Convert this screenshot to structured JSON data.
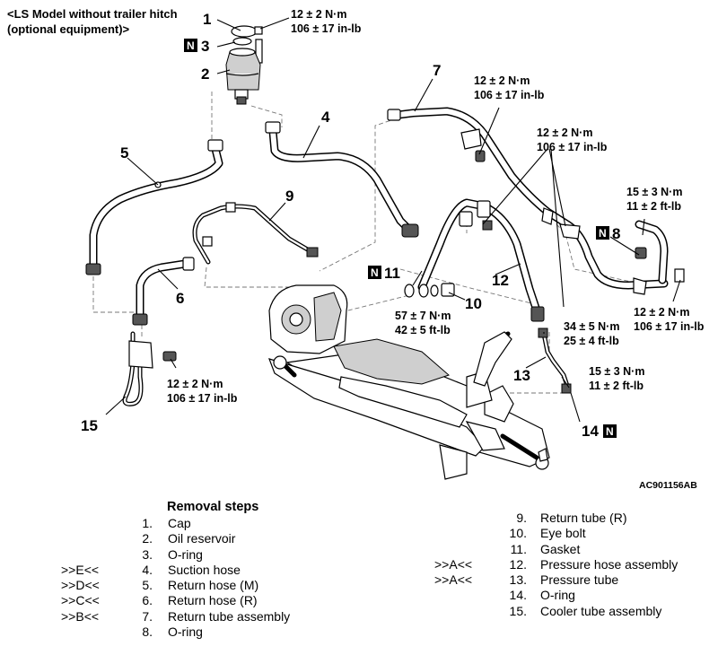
{
  "header": {
    "model_note_line1": "<LS Model without trailer hitch",
    "model_note_line2": "(optional equipment)>"
  },
  "figure_code": "AC901156AB",
  "n_marker": "N",
  "callouts": [
    "1",
    "2",
    "3",
    "4",
    "5",
    "6",
    "7",
    "8",
    "9",
    "10",
    "11",
    "12",
    "13",
    "14",
    "15"
  ],
  "torques": {
    "t_cap": [
      "12 ± 2 N·m",
      "106 ± 17 in-lb"
    ],
    "t_return_tube": [
      "12 ± 2 N·m",
      "106 ± 17 in-lb"
    ],
    "t_clamp_upper": [
      "12 ± 2 N·m",
      "106 ± 17 in-lb"
    ],
    "t_flare_upper": [
      "15 ± 3 N·m",
      "11 ± 2 ft-lb"
    ],
    "t_cooler_right": [
      "12 ± 2 N·m",
      "106 ± 17 in-lb"
    ],
    "t_eye_bolt": [
      "57 ± 7 N·m",
      "42 ± 5 ft-lb"
    ],
    "t_pressure_tube": [
      "34 ± 5 N·m",
      "25 ± 4 ft-lb"
    ],
    "t_flare_lower": [
      "15 ± 3 N·m",
      "11 ± 2 ft-lb"
    ],
    "t_cooler_left": [
      "12 ± 2 N·m",
      "106 ± 17 in-lb"
    ]
  },
  "removal_steps": {
    "title": "Removal steps",
    "left": [
      {
        "code": "",
        "no": "1.",
        "name": "Cap"
      },
      {
        "code": "",
        "no": "2.",
        "name": "Oil reservoir"
      },
      {
        "code": "",
        "no": "3.",
        "name": "O-ring"
      },
      {
        "code": ">>E<<",
        "no": "4.",
        "name": "Suction hose"
      },
      {
        "code": ">>D<<",
        "no": "5.",
        "name": "Return hose (M)"
      },
      {
        "code": ">>C<<",
        "no": "6.",
        "name": "Return hose (R)"
      },
      {
        "code": ">>B<<",
        "no": "7.",
        "name": "Return tube assembly"
      },
      {
        "code": "",
        "no": "8.",
        "name": "O-ring"
      }
    ],
    "right": [
      {
        "code": "",
        "no": "9.",
        "name": "Return tube (R)"
      },
      {
        "code": "",
        "no": "10.",
        "name": "Eye bolt"
      },
      {
        "code": "",
        "no": "11.",
        "name": "Gasket"
      },
      {
        "code": ">>A<<",
        "no": "12.",
        "name": "Pressure hose assembly"
      },
      {
        "code": ">>A<<",
        "no": "13.",
        "name": "Pressure tube"
      },
      {
        "code": "",
        "no": "14.",
        "name": "O-ring"
      },
      {
        "code": "",
        "no": "15.",
        "name": "Cooler tube assembly"
      }
    ]
  }
}
